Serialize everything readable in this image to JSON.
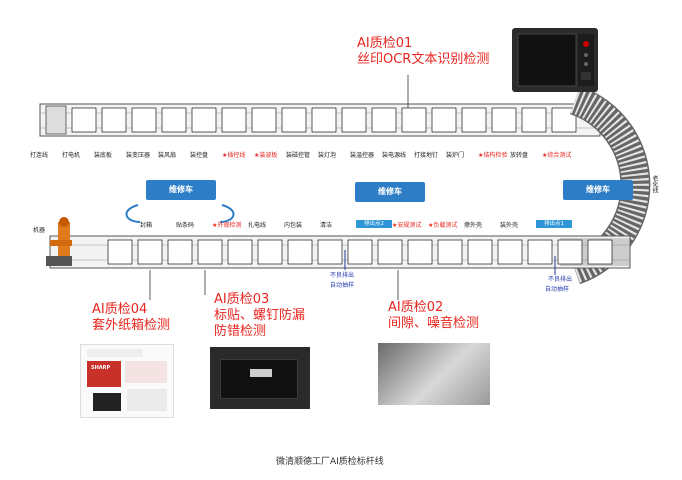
{
  "ai_labels": {
    "ai01_title": "AI质检01",
    "ai01_desc": "丝印OCR文本识别检测",
    "ai02_title": "AI质检02",
    "ai02_desc": "间隙、噪音检测",
    "ai03_title": "AI质检03",
    "ai03_desc1": "标贴、螺钉防漏",
    "ai03_desc2": "防错检测",
    "ai04_title": "AI质检04",
    "ai04_desc": "套外纸箱检测"
  },
  "top_line_stations": [
    "打连线",
    "打电机",
    "装底板",
    "装变压器",
    "装风扇",
    "装控盘",
    "★插控线",
    "★装波板",
    "装磁控管",
    "装灯泡",
    "装温控器",
    "装电源线",
    "打接地钉",
    "装炉门",
    "★结构检验",
    "放转盘",
    "★综合测试"
  ],
  "top_line_red_flags": [
    false,
    false,
    false,
    false,
    false,
    false,
    true,
    true,
    false,
    false,
    false,
    false,
    false,
    false,
    true,
    false,
    true
  ],
  "bottom_line_stations": [
    "封箱",
    "贴条码",
    "★外观检测",
    "扎电线",
    "内包装",
    "清洁",
    "排出点2",
    "★安规测试",
    "★负载测试",
    "擦外壳",
    "装外壳",
    "排出点1"
  ],
  "bottom_line_red_flags": [
    false,
    false,
    true,
    false,
    false,
    false,
    false,
    true,
    true,
    false,
    false,
    false
  ],
  "bottom_tag_flags": [
    false,
    false,
    false,
    false,
    false,
    false,
    true,
    false,
    false,
    false,
    false,
    true
  ],
  "repair_cart_label": "维修车",
  "repair_cart_2_label": "维修车",
  "repair_cart_3_label": "维修车",
  "robot_label": "机器",
  "curve_label": "老化线",
  "reject_1_line1": "不良排出",
  "reject_1_line2": "自动抽样",
  "reject_2_line1": "不良排出",
  "reject_2_line2": "自动抽样",
  "brand": "SHARP",
  "caption": "微清顺德工厂AI质检标杆线",
  "colors": {
    "accent_red": "#e8261f",
    "accent_blue": "#2e7ec7",
    "reject_blue": "#2b3fb0"
  }
}
